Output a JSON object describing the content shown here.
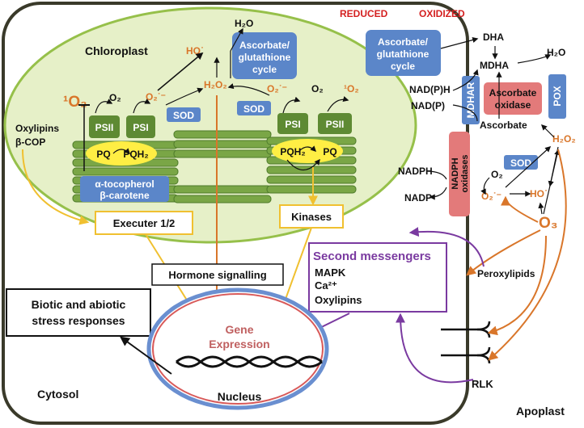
{
  "labels": {
    "chloroplast": "Chloroplast",
    "cytosol": "Cytosol",
    "apoplast": "Apoplast",
    "nucleus": "Nucleus",
    "gene_line1": "Gene",
    "gene_line2": "Expression",
    "reduced": "REDUCED",
    "oxidized": "OXIDIZED",
    "rlk": "RLK",
    "peroxylipids": "Peroxylipids"
  },
  "chloroplast": {
    "singlet_o2": "¹O₂",
    "singlet_o2_right": "¹O₂",
    "o2_a": "O₂",
    "superoxide_a": "O₂˙⁻",
    "hydroxyl": "HO˙",
    "h2o2": "H₂O₂",
    "water": "H₂O",
    "superoxide_b": "O₂˙⁻",
    "o2_b": "O₂",
    "asc_line1": "Ascorbate/",
    "asc_line2": "glutathione",
    "asc_line3": "cycle",
    "sod_left": "SOD",
    "sod_right": "SOD",
    "psii_left": "PSII",
    "psi_left": "PSI",
    "psi_right": "PSI",
    "psii_right": "PSII",
    "pq_left": "PQ",
    "pqh2_left": "PQH₂",
    "pqh2_right": "PQH₂",
    "pq_right": "PQ",
    "oxylipins": "Oxylipins",
    "bcop": "β-COP",
    "toco_line1": "α-tocopherol",
    "toco_line2": "β-carotene"
  },
  "cytosol": {
    "executer": "Executer 1/2",
    "kinases": "Kinases",
    "hormone": "Hormone signalling",
    "biotic_line1": "Biotic and abiotic",
    "biotic_line2": "stress responses",
    "second_title": "Second messengers",
    "mapk": "MAPK",
    "ca": "Ca²⁺",
    "oxylipins": "Oxylipins"
  },
  "apoplast": {
    "asc_line1": "Ascorbate/",
    "asc_line2": "glutathione",
    "asc_line3": "cycle",
    "dha": "DHA",
    "mdha": "MDHA",
    "h2o": "H₂O",
    "nadph_h": "NAD(P)H",
    "nadp": "NAD(P)",
    "mdhar": "MDHAR",
    "asc_ox_line1": "Ascorbate",
    "asc_ox_line2": "oxidase",
    "pox": "POX",
    "ascorbate": "Ascorbate",
    "nadph": "NADPH",
    "nadp_b": "NADP",
    "nadph_ox_line1": "NADPH",
    "nadph_ox_line2": "oxidases",
    "o2": "O₂",
    "superoxide": "O₂˙⁻",
    "sod": "SOD",
    "h2o2": "H₂O₂",
    "hydroxyl": "HO˙",
    "o3": "O₃"
  },
  "colors": {
    "chloroplast_fill": "#e6f0c8",
    "chloroplast_stroke": "#96c04a",
    "thylakoid_fill": "#7aa646",
    "thylakoid_stroke": "#4d7a2a",
    "photosystem": "#5e8a33",
    "plastoquinone": "#ffee44",
    "enzyme_blue": "#5b86c9",
    "enzyme_red": "#e37a7a",
    "ros_orange": "#d9762a",
    "signal_yellow": "#f0c030",
    "messenger_purple": "#7a3aa0",
    "redox_red": "#d42020",
    "nucleus_blue": "#6a8fd0",
    "nucleus_red": "#d85a5a",
    "cell_outline": "#3a3a2a"
  }
}
